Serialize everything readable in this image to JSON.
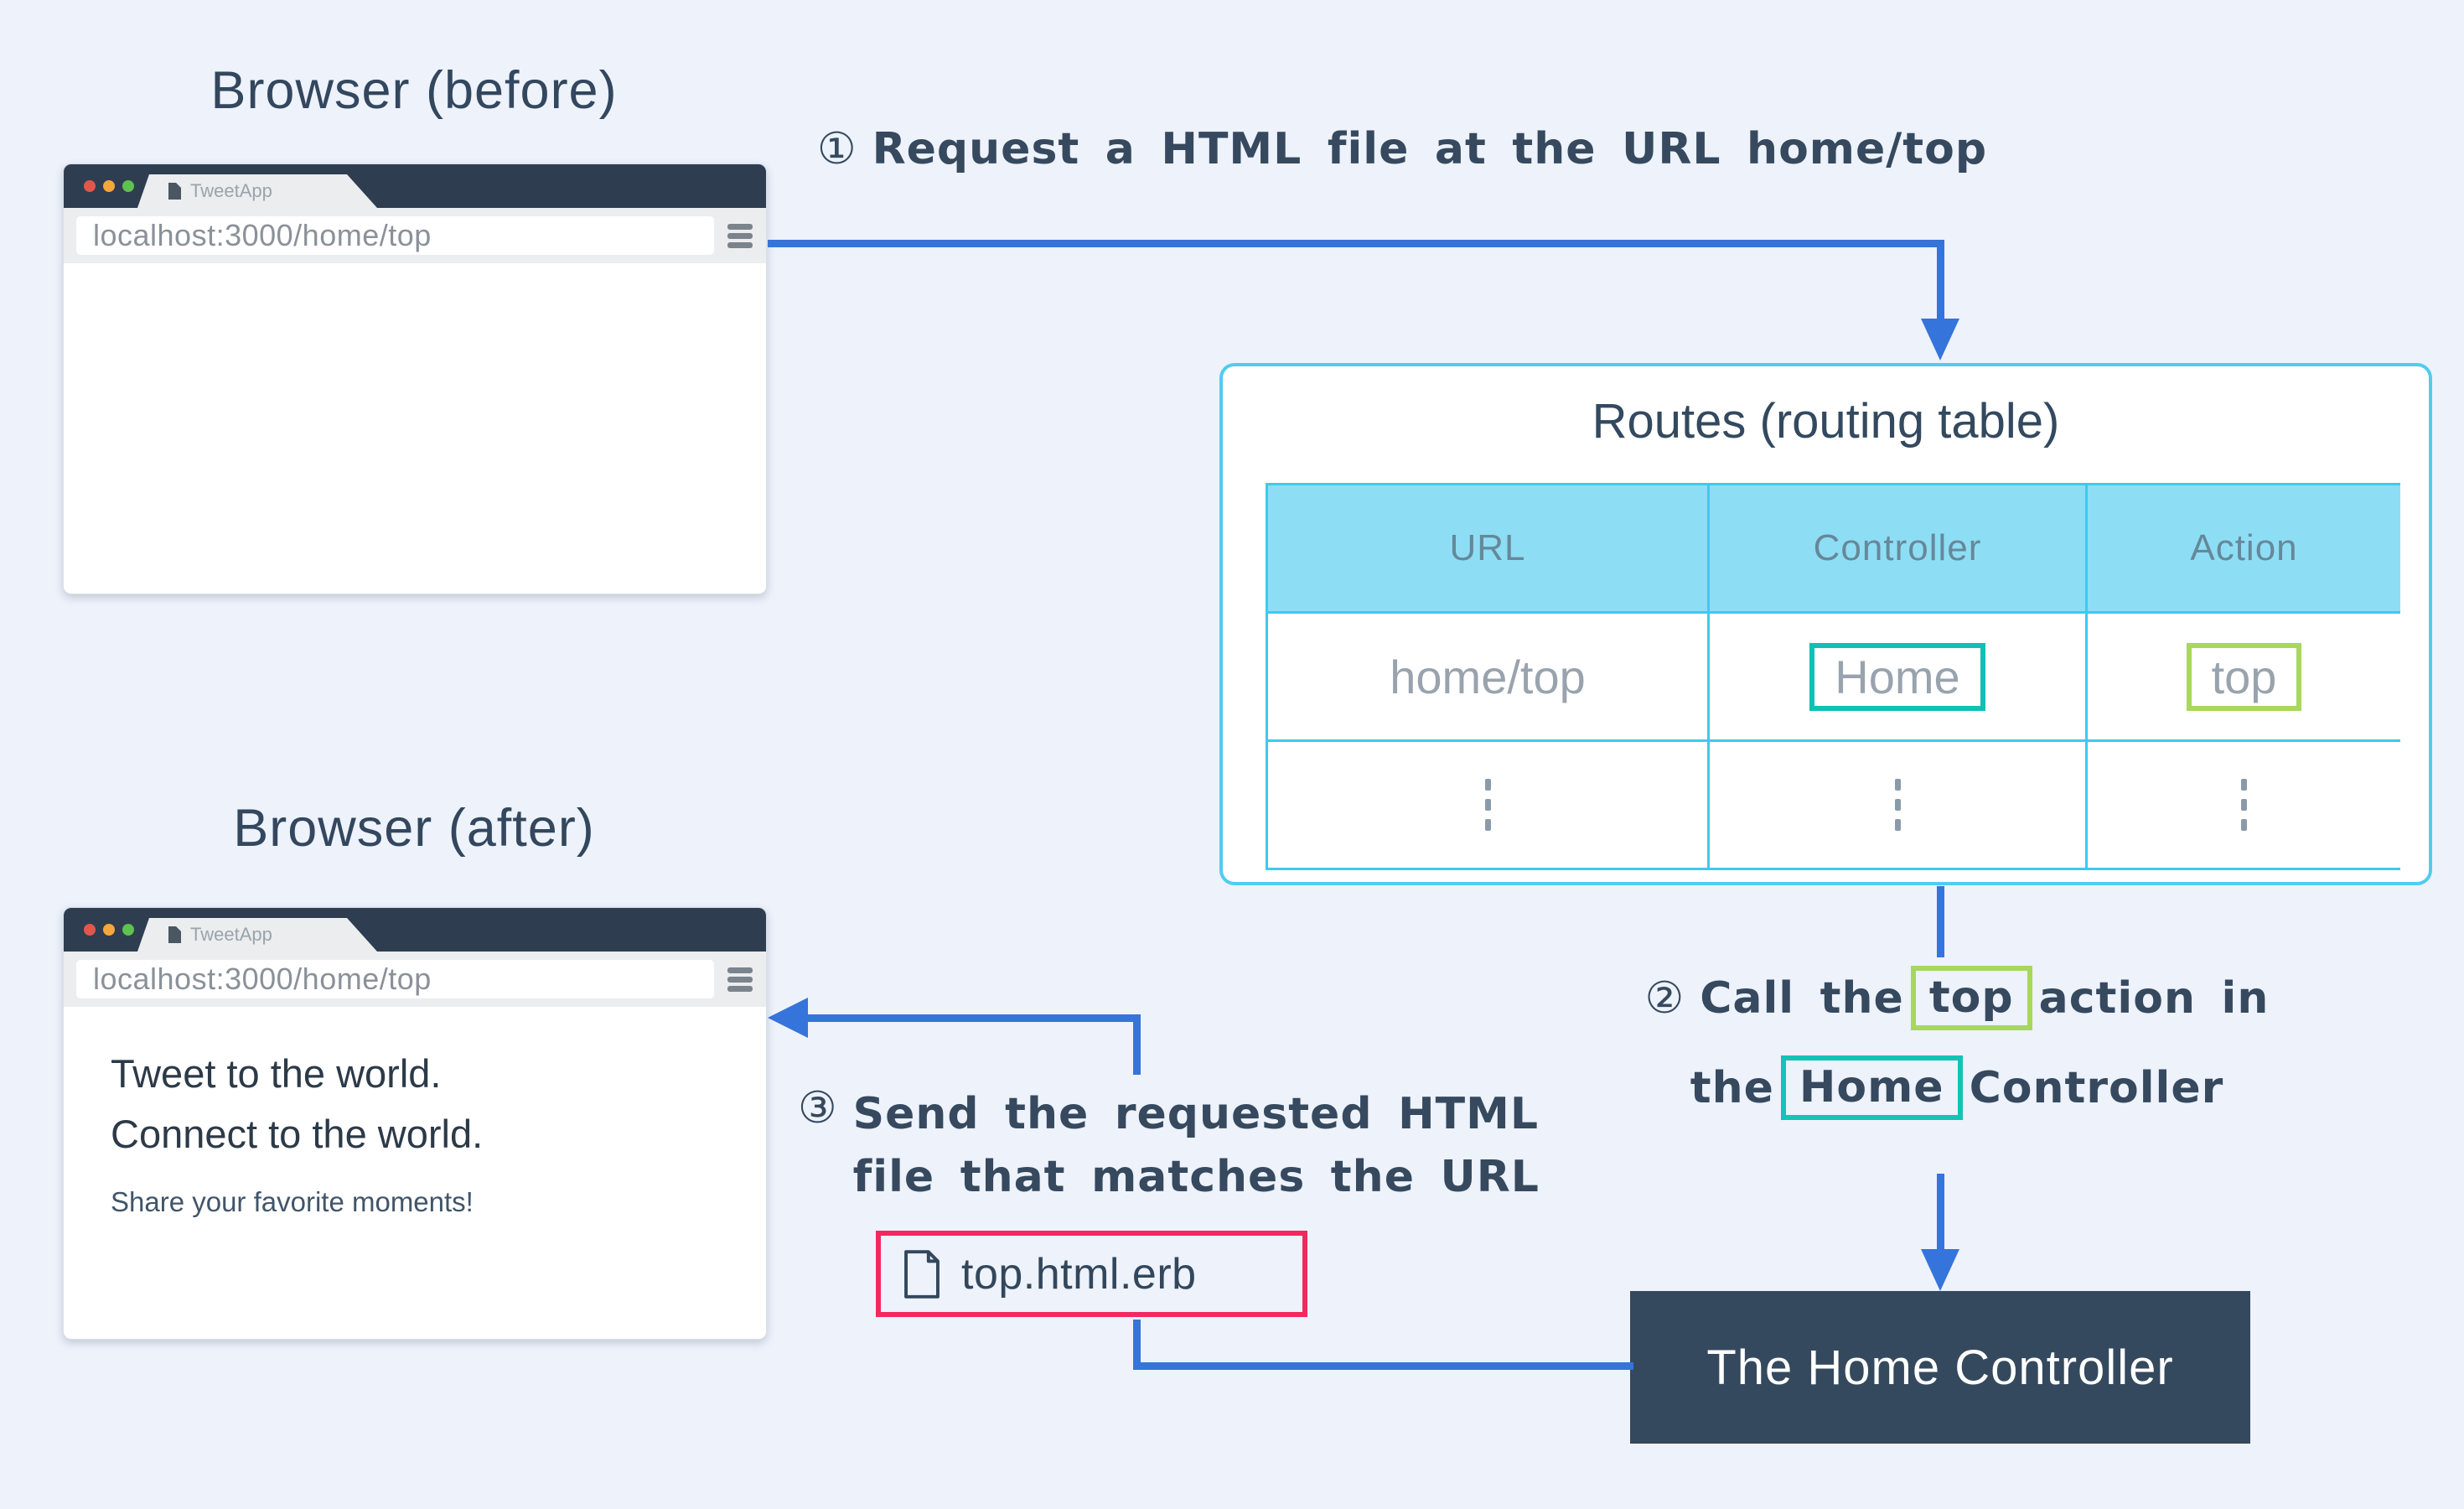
{
  "diagram": {
    "bg_color": "#edf2fb",
    "arrow_color": "#3574da"
  },
  "browser_before": {
    "title": "Browser (before)",
    "tab_title": "TweetApp",
    "url": "localhost:3000/home/top"
  },
  "browser_after": {
    "title": "Browser (after)",
    "tab_title": "TweetApp",
    "url": "localhost:3000/home/top",
    "content_line1": "Tweet to the world.",
    "content_line2": "Connect to the world.",
    "tagline": "Share your favorite moments!"
  },
  "routes_table": {
    "title": "Routes (routing table)",
    "headers": {
      "url": "URL",
      "controller": "Controller",
      "action": "Action"
    },
    "row1": {
      "url": "home/top",
      "controller": "Home",
      "action": "top"
    },
    "border_color": "#3ec9ef",
    "header_bg": "#8ddef4",
    "controller_highlight_color": "#0fc0b5",
    "action_highlight_color": "#a7d75b"
  },
  "steps": {
    "step1": {
      "marker": "①",
      "text": "Request a HTML file at the URL home/top"
    },
    "step2": {
      "marker": "②",
      "l1_pre": "Call the",
      "l1_boxed": "top",
      "l1_post": "action in",
      "l2_pre": "the",
      "l2_boxed": "Home",
      "l2_post": "Controller"
    },
    "step3": {
      "marker": "③",
      "line1": "Send the requested HTML",
      "line2": "file that matches the URL"
    }
  },
  "home_controller": {
    "label": "The Home Controller",
    "bg_color": "#35495e"
  },
  "view_file": {
    "label": "top.html.erb",
    "border_color": "#f2295e"
  }
}
